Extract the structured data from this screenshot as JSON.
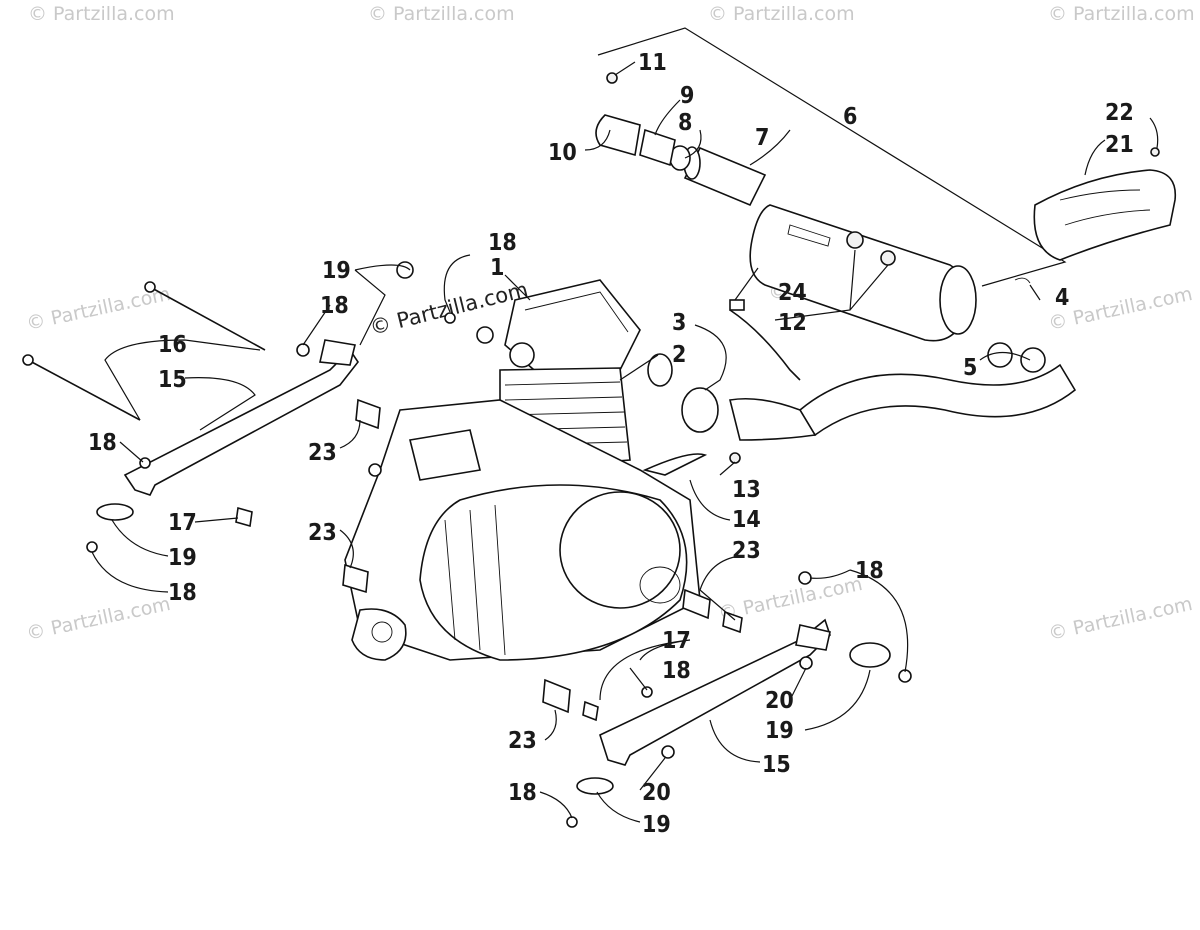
{
  "watermark": {
    "text": "© Partzilla.com",
    "center_text": "© Partzilla.com"
  },
  "callouts": [
    "1",
    "2",
    "3",
    "4",
    "5",
    "6",
    "7",
    "8",
    "9",
    "10",
    "11",
    "12",
    "13",
    "14",
    "15",
    "15",
    "16",
    "17",
    "17",
    "18",
    "18",
    "18",
    "18",
    "18",
    "18",
    "18",
    "18",
    "19",
    "19",
    "19",
    "19",
    "20",
    "20",
    "21",
    "22",
    "23",
    "23",
    "23",
    "23",
    "24"
  ]
}
